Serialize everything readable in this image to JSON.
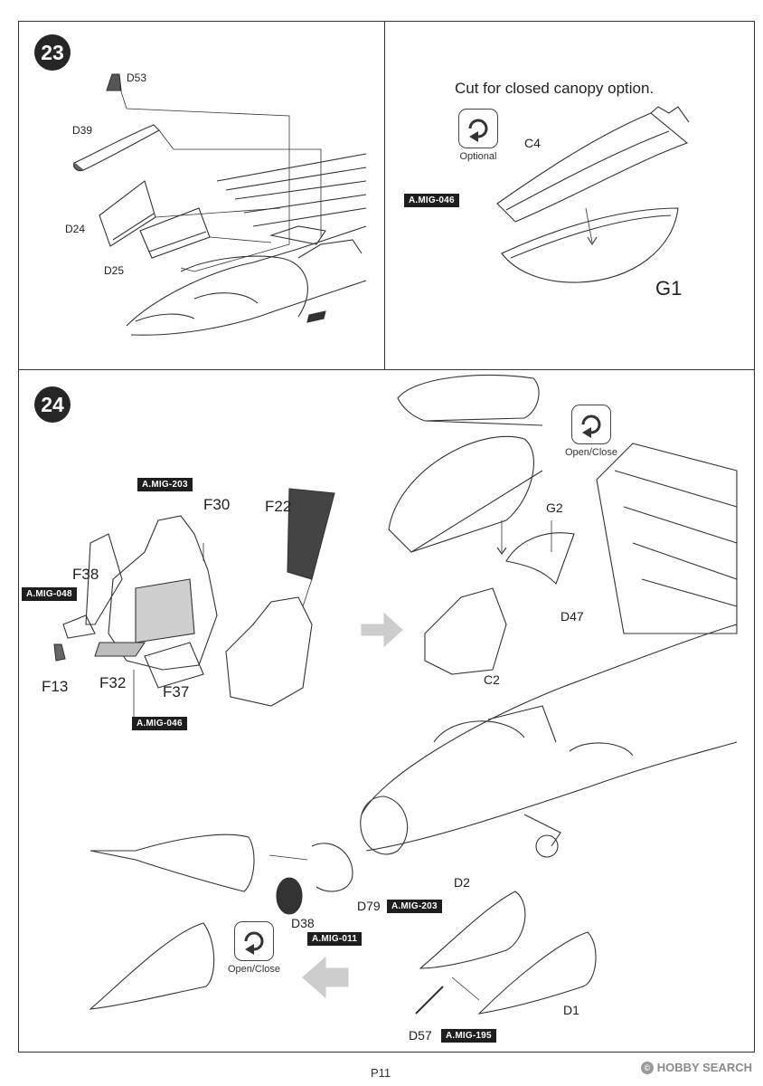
{
  "steps": {
    "s23": "23",
    "s24": "24"
  },
  "step23": {
    "parts": {
      "d53": "D53",
      "d39": "D39",
      "d24": "D24",
      "d25": "D25",
      "c4": "C4",
      "g1": "G1"
    },
    "note": "Cut for closed canopy option.",
    "optional_caption": "Optional",
    "paint": "A.MIG-046"
  },
  "step24": {
    "parts": {
      "f30": "F30",
      "f22": "F22",
      "f38": "F38",
      "f13": "F13",
      "f32": "F32",
      "f37": "F37",
      "g2": "G2",
      "d47": "D47",
      "c2": "C2",
      "d79": "D79",
      "d38": "D38",
      "d2": "D2",
      "d1": "D1",
      "d57": "D57"
    },
    "paints": {
      "seat_top": "A.MIG-203",
      "seat_left": "A.MIG-048",
      "seat_bottom": "A.MIG-046",
      "d79": "A.MIG-203",
      "d38": "A.MIG-011",
      "d57": "A.MIG-195"
    },
    "open_close_top": "Open/Close",
    "open_close_bottom": "Open/Close"
  },
  "footer": {
    "page": "P11",
    "watermark": "HOBBY SEARCH",
    "watermark_mark": "©"
  }
}
